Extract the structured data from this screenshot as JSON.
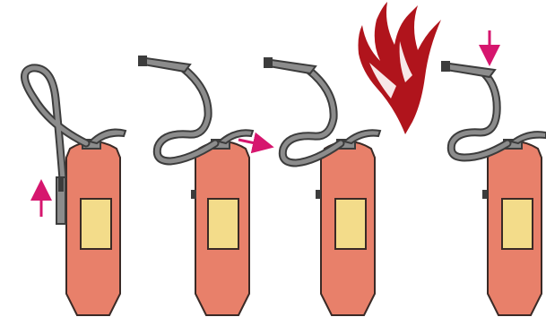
{
  "diagram": {
    "steps": [
      {
        "name": "step-1-hold-nozzle",
        "arrow": "up"
      },
      {
        "name": "step-2-pull-pin",
        "arrow": "right"
      },
      {
        "name": "step-3-aim-at-fire",
        "arrow": "none"
      },
      {
        "name": "step-4-squeeze-handle",
        "arrow": "down"
      }
    ],
    "colors": {
      "cylinder": "#e8806a",
      "cylinder_outline": "#3a2a26",
      "label": "#f3dc8a",
      "hose": "#8c8c8c",
      "hose_outline": "#3c3c3c",
      "arrow": "#d6166e",
      "flame": "#b0141c"
    },
    "icons": [
      "fire-extinguisher-icon",
      "flame-icon",
      "direction-arrow-icon"
    ]
  }
}
